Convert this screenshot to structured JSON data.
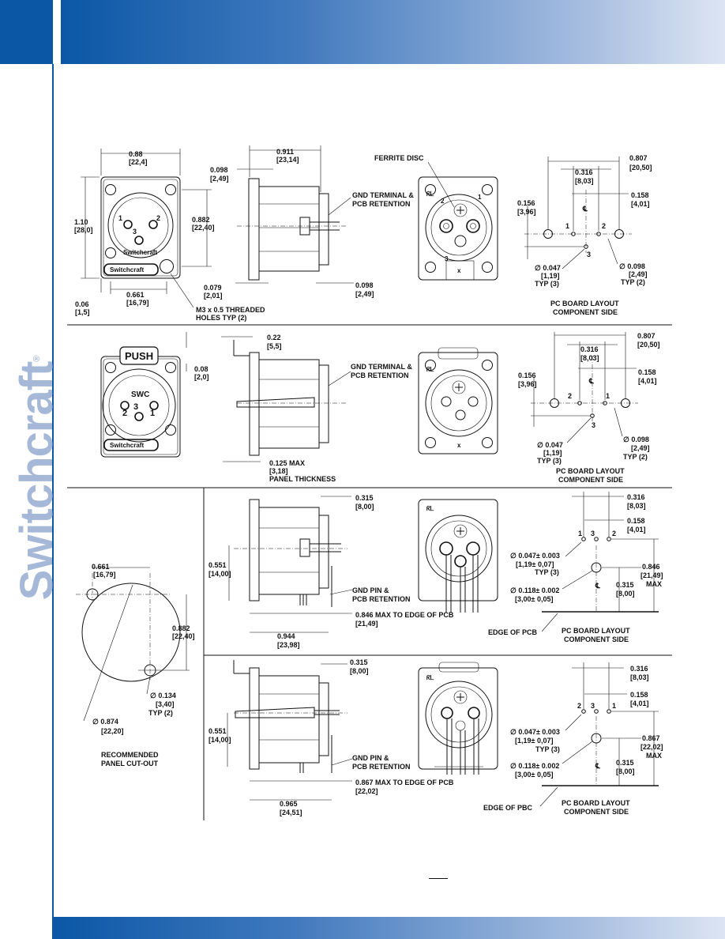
{
  "brand": {
    "logo_text": "Switchcraft",
    "accent": "#0b57a6",
    "logo_color": "#a6b8d8"
  },
  "row1": {
    "front": {
      "w": "0.88",
      "w_mm": "[22,4]",
      "h": "1.10",
      "h_mm": "[28,0]",
      "inner_h": "0.882",
      "inner_h_mm": "[22,40]",
      "hole_sp": "0.661",
      "hole_sp_mm": "[16,79]",
      "thk": "0.06",
      "thk_mm": "[1,5]",
      "pin1": "1",
      "pin2": "2",
      "pin3": "3",
      "logo_ring": "Switchcraft",
      "logo_plate": "Switchcraft",
      "holes_note1": "M3 x 0.5 THREADED",
      "holes_note2": "HOLES TYP (2)"
    },
    "side": {
      "depth": "0.911",
      "depth_mm": "[23,14]",
      "flange": "0.098",
      "flange_mm": "[2,49]",
      "bottom": "0.079",
      "bottom_mm": "[2,01]",
      "rear": "0.098",
      "rear_mm": "[2,49]",
      "gnd1": "GND TERMINAL &",
      "gnd2": "PCB RETENTION"
    },
    "rear": {
      "ferrite": "FERRITE DISC",
      "p1": "1",
      "p2": "2",
      "p3": "3",
      "x": "x"
    },
    "pcb": {
      "w": "0.807",
      "w_mm": "[20,50]",
      "p": "0.316",
      "p_mm": "[8,03]",
      "half": "0.158",
      "half_mm": "[4,01]",
      "off": "0.156",
      "off_mm": "[3,96]",
      "d1": "∅ 0.047",
      "d1_mm": "[1,19]",
      "d1_typ": "TYP (3)",
      "d2": "∅ 0.098",
      "d2_mm": "[2,49]",
      "d2_typ": "TYP (2)",
      "n1": "1",
      "n2": "2",
      "n3": "3",
      "cl": "℄",
      "cap1": "PC BOARD LAYOUT",
      "cap2": "COMPONENT SIDE"
    }
  },
  "row2": {
    "front": {
      "push": "PUSH",
      "swc": "SWC",
      "n3": "3",
      "n2": "2",
      "n1": "1",
      "plate": "Switchcraft"
    },
    "side": {
      "a": "0.22",
      "a_mm": "[5,5]",
      "b": "0.08",
      "b_mm": "[2,0]",
      "gnd1": "GND TERMINAL &",
      "gnd2": "PCB RETENTION",
      "pt": "0.125 MAX",
      "pt_mm": "[3,18]",
      "pt_lbl": "PANEL THICKNESS"
    },
    "rear": {
      "x": "x"
    },
    "pcb": {
      "w": "0.807",
      "w_mm": "[20,50]",
      "p": "0.316",
      "p_mm": "[8,03]",
      "half": "0.158",
      "half_mm": "[4,01]",
      "off": "0.156",
      "off_mm": "[3,96]",
      "d1": "∅ 0.047",
      "d1_mm": "[1,19]",
      "d1_typ": "TYP (3)",
      "d2": "∅ 0.098",
      "d2_mm": "[2,49]",
      "d2_typ": "TYP (2)",
      "n1": "1",
      "n2": "2",
      "n3": "3",
      "cl": "℄",
      "cap1": "PC BOARD LAYOUT",
      "cap2": "COMPONENT SIDE"
    }
  },
  "cutout": {
    "hs": "0.661",
    "hs_mm": "[16,79]",
    "h": "0.882",
    "h_mm": "[22,40]",
    "hole": "∅ 0.134",
    "hole_mm": "[3,40]",
    "hole_typ": "TYP (2)",
    "dia": "∅ 0.874",
    "dia_mm": "[22,20]",
    "cap1": "RECOMMENDED",
    "cap2": "PANEL CUT-OUT"
  },
  "row3": {
    "side": {
      "a": "0.315",
      "a_mm": "[8,00]",
      "h": "0.551",
      "h_mm": "[14,00]",
      "gnd1": "GND PIN &",
      "gnd2": "PCB RETENTION",
      "max": "0.846  MAX TO EDGE OF PCB",
      "max_mm": "[21,49]",
      "d": "0.944",
      "d_mm": "[23,98]"
    },
    "pcb": {
      "p": "0.316",
      "p_mm": "[8,03]",
      "half": "0.158",
      "half_mm": "[4,01]",
      "d1": "∅ 0.047± 0.003",
      "d1_mm": "[1,19± 0,07]",
      "d1_typ": "TYP (3)",
      "d2": "∅ 0.118± 0.002",
      "d2_mm": "[3,00± 0,05]",
      "off": "0.315",
      "off_mm": "[8,00]",
      "max": "0.846",
      "max_mm": "[21,49]",
      "max_lbl": "MAX",
      "edge": "EDGE OF PCB",
      "n1": "1",
      "n3": "3",
      "n2": "2",
      "cl": "℄",
      "cap1": "PC BOARD LAYOUT",
      "cap2": "COMPONENT SIDE"
    }
  },
  "row4": {
    "side": {
      "a": "0.315",
      "a_mm": "[8,00]",
      "h": "0.551",
      "h_mm": "[14,00]",
      "gnd1": "GND PIN &",
      "gnd2": "PCB RETENTION",
      "max": "0.867  MAX TO EDGE OF PCB",
      "max_mm": "[22,02]",
      "d": "0.965",
      "d_mm": "[24,51]"
    },
    "pcb": {
      "p": "0.316",
      "p_mm": "[8,03]",
      "half": "0.158",
      "half_mm": "[4,01]",
      "d1": "∅ 0.047± 0.003",
      "d1_mm": "[1,19± 0,07]",
      "d1_typ": "TYP (3)",
      "d2": "∅ 0.118± 0.002",
      "d2_mm": "[3,00± 0,05]",
      "off": "0.315",
      "off_mm": "[8,00]",
      "max": "0.867",
      "max_mm": "[22,02]",
      "max_lbl": "MAX",
      "edge": "EDGE OF PBC",
      "n2": "2",
      "n3": "3",
      "n1": "1",
      "cl": "℄",
      "cap1": "PC BOARD LAYOUT",
      "cap2": "COMPONENT SIDE"
    }
  }
}
